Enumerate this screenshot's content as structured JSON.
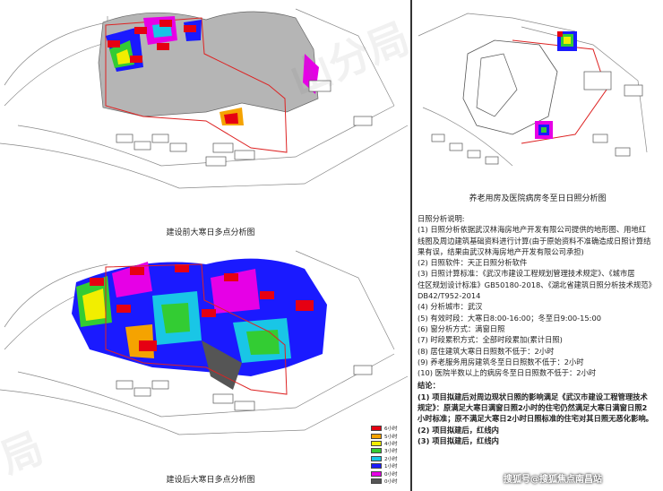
{
  "captions": {
    "top_left": "建设前大寒日多点分析图",
    "bottom_left": "建设后大寒日多点分析图",
    "top_right": "养老用房及医院病房冬至日日照分析图"
  },
  "notes": {
    "heading": "日照分析说明:",
    "lines": [
      "(1) 日照分析依据武汉林海房地产开发有限公司提供的地形图、用地红",
      "线图及周边建筑基础资料进行计算(由于原始资料不准确造成日照计算结",
      "果有误，结果由武汉林海房地产开发有限公司承担)",
      "(2) 日照软件：天正日照分析软件",
      "(3) 日照计算标准：《武汉市建设工程规划管理技术规定》、《城市居",
      "住区规划设计标准》GB50180-2018、《湖北省建筑日照分析技术规范》",
      "DB42/T952-2014",
      "(4) 分析城市：武汉",
      "(5) 有效时段：大寒日8:00-16:00；冬至日9:00-15:00",
      "(6) 窗分析方式：满窗日照",
      "(7) 时段累积方式：全部时段累加(累计日照)",
      "(8) 居住建筑大寒日日照数不低于：2小时",
      "(9) 养老服务用房建筑冬至日日照数不低于：2小时",
      "(10) 医院半数以上的病房冬至日日照数不低于：2小时"
    ],
    "conclusion_heading": "结论：",
    "conclusion_lines": [
      "(1) 项目拟建后对周边现状日照的影响满足《武汉市建设工程管理技术",
      "规定》：原满足大寒日满窗日照2小时的住宅仍然满足大寒日满窗日照2",
      "小时标准；原不满足大寒日2小时日照标准的住宅对其日照无恶化影响。",
      "(2) 项目拟建后，红线内",
      "(3) 项目拟建后，红线内"
    ]
  },
  "legend": [
    {
      "label": "6小时",
      "color": "#e60012"
    },
    {
      "label": "5小时",
      "color": "#f5a300"
    },
    {
      "label": "4小时",
      "color": "#f2ee00"
    },
    {
      "label": "3小时",
      "color": "#33cc33"
    },
    {
      "label": "2小时",
      "color": "#19c6e6"
    },
    {
      "label": "1小时",
      "color": "#1a1aff"
    },
    {
      "label": "0小时",
      "color": "#e600e6"
    },
    {
      "label": "0小时",
      "color": "#555555"
    }
  ],
  "watermarks": [
    "山分局",
    "局"
  ],
  "credit": "搜狐号@搜狐焦点南昌站"
}
